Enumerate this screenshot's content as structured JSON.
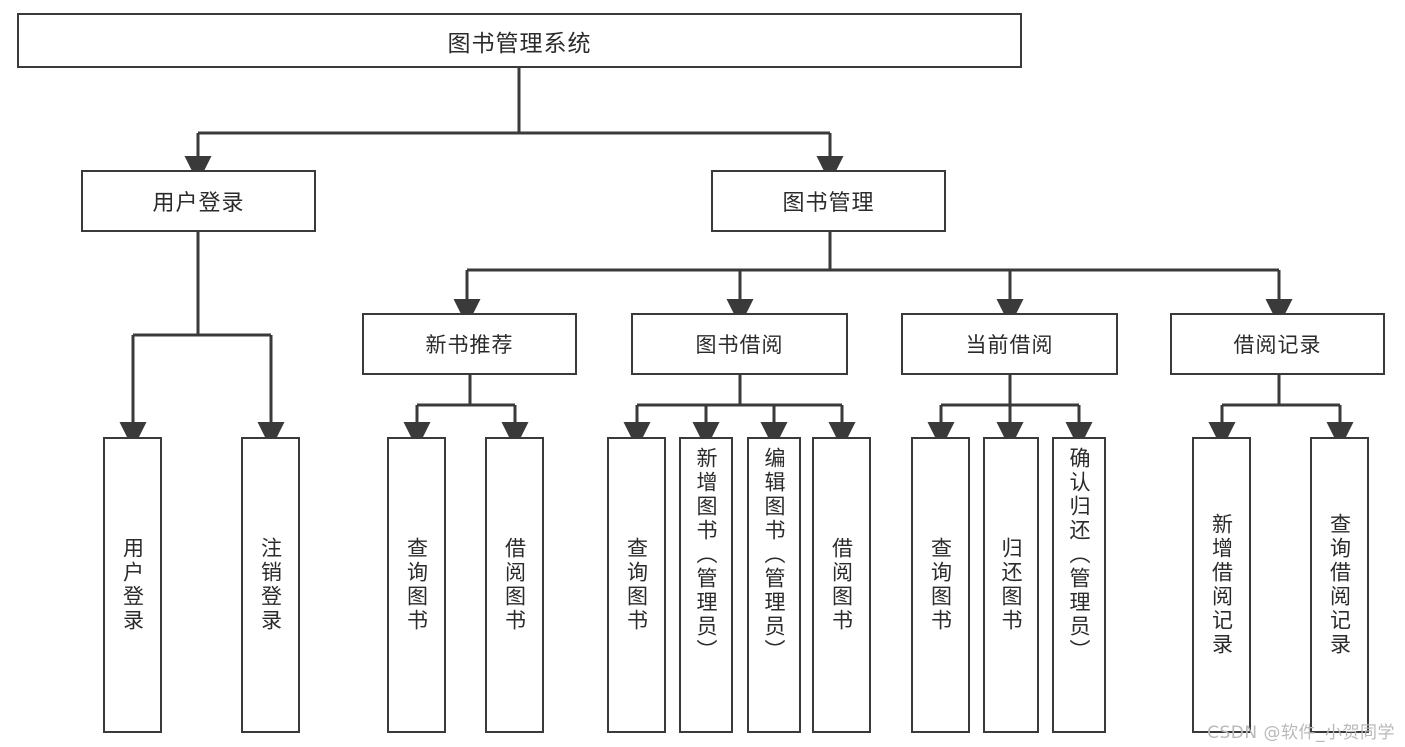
{
  "diagram": {
    "title": "图书管理系统",
    "type": "tree-hierarchy",
    "watermark": "CSDN @软件_小贺同学",
    "colors": {
      "box_border": "#3a3a3a",
      "box_fill": "#ffffff",
      "connector": "#3a3a3a",
      "text": "#2b2b2b",
      "watermark": "#b9b9b9"
    },
    "root": {
      "label": "图书管理系统"
    },
    "level2": [
      {
        "label": "用户登录"
      },
      {
        "label": "图书管理"
      }
    ],
    "level3": [
      {
        "label": "新书推荐"
      },
      {
        "label": "图书借阅"
      },
      {
        "label": "当前借阅"
      },
      {
        "label": "借阅记录"
      }
    ],
    "leaves": {
      "user_login": [
        {
          "label": "用户登录"
        },
        {
          "label": "注销登录"
        }
      ],
      "new_book": [
        {
          "label": "查询图书"
        },
        {
          "label": "借阅图书"
        }
      ],
      "book_borrow": [
        {
          "label": "查询图书"
        },
        {
          "label": "新增图书（管理员）"
        },
        {
          "label": "编辑图书（管理员）"
        },
        {
          "label": "借阅图书"
        }
      ],
      "current_borrow": [
        {
          "label": "查询图书"
        },
        {
          "label": "归还图书"
        },
        {
          "label": "确认归还（管理员）"
        }
      ],
      "borrow_record": [
        {
          "label": "新增借阅记录"
        },
        {
          "label": "查询借阅记录"
        }
      ]
    }
  }
}
